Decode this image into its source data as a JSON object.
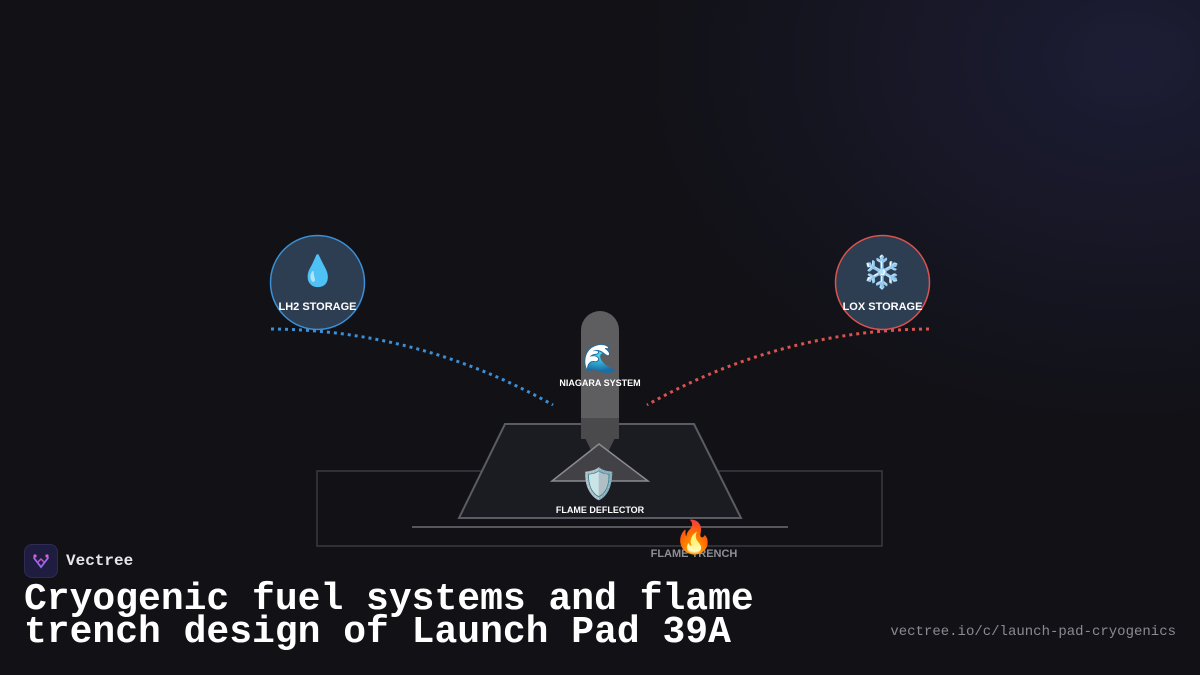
{
  "brand": {
    "name": "Vectree"
  },
  "title": "Cryogenic fuel systems and flame trench design of Launch Pad 39A",
  "url": "vectree.io/c/launch-pad-cryogenics",
  "diagram": {
    "nodes": {
      "lh2": {
        "label": "LH2 STORAGE",
        "icon": "droplet-icon",
        "color": "#3b8fd6"
      },
      "lox": {
        "label": "LOX STORAGE",
        "icon": "snowflake-icon",
        "color": "#d9534f"
      },
      "niagara": {
        "label": "NIAGARA SYSTEM",
        "icon": "water-wave-icon"
      },
      "deflector": {
        "label": "FLAME DEFLECTOR",
        "icon": "shield-icon"
      },
      "trench": {
        "label": "FLAME TRENCH",
        "icon": "fire-icon"
      }
    }
  }
}
